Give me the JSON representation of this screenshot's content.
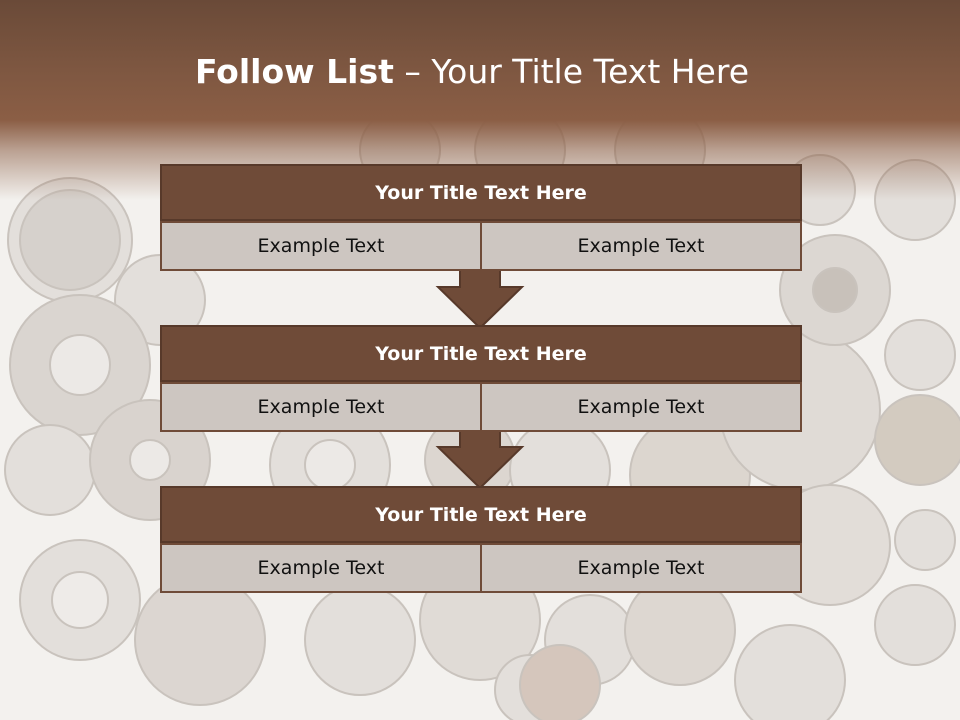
{
  "title": {
    "bold": "Follow List",
    "rest": "– Your Title Text Here"
  },
  "boxes": [
    {
      "title": "Your Title Text Here",
      "left": "Example Text",
      "right": "Example Text"
    },
    {
      "title": "Your Title Text Here",
      "left": "Example Text",
      "right": "Example Text"
    },
    {
      "title": "Your Title Text Here",
      "left": "Example Text",
      "right": "Example Text"
    }
  ],
  "colors": {
    "header": "#7e5741",
    "box_title": "#6f4b38",
    "cell": "#cdc6c1",
    "arrow": "#6f4b38"
  },
  "icons": {
    "down_arrows": [
      "down-arrow-icon",
      "down-arrow-icon"
    ]
  }
}
